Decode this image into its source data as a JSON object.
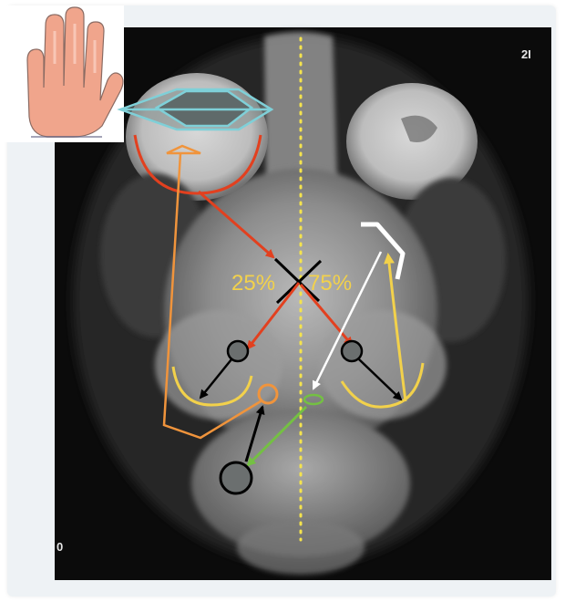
{
  "labels": {
    "left_percent": "25%",
    "right_percent": "75%",
    "corner_mark_top_right": "2I",
    "corner_mark_bottom_left": "0"
  },
  "icons": {
    "hand": "raised-hand-icon"
  },
  "colors": {
    "red_arrow": "#e2401f",
    "orange_path": "#f0943c",
    "yellow": "#f2d14b",
    "cyan_prism": "#7fd0d8",
    "green": "#74c043",
    "midline": "#f4e34d",
    "node_fill": "#6b6f6f"
  }
}
